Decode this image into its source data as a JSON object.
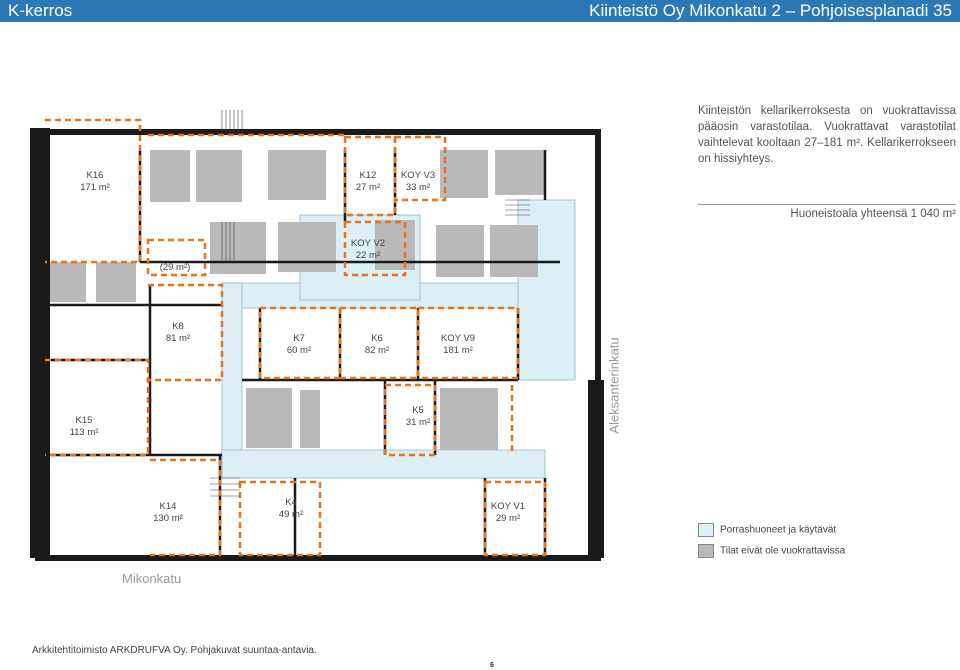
{
  "header": {
    "left_title": "K-kerros",
    "right_title": "Kiinteistö Oy Mikonkatu 2 – Pohjoisesplanadi 35",
    "color": "#2b78b4"
  },
  "description": "Kiinteistön kellarikerroksesta on vuokrattavissa pääosin varastotilaa. Vuokrattavat varastotilat vaihtelevat kooltaan 27–181 m². Kellarikerrokseen on hissiyhteys.",
  "total_area": "Huoneistoala yhteensä 1 040 m²",
  "streets": {
    "bottom": "Mikonkatu",
    "side": "Aleksanterinkatu"
  },
  "rooms": [
    {
      "id": "K16",
      "area": "171 m²"
    },
    {
      "id": "K12",
      "area": "27 m²"
    },
    {
      "id": "KOY V3",
      "area": "33 m²"
    },
    {
      "id": "KOY V2",
      "area": "22 m²"
    },
    {
      "id": "",
      "area": "(29 m²)"
    },
    {
      "id": "K8",
      "area": "81 m²"
    },
    {
      "id": "K7",
      "area": "60 m²"
    },
    {
      "id": "K6",
      "area": "82 m²"
    },
    {
      "id": "KOY V9",
      "area": "181 m²"
    },
    {
      "id": "K15",
      "area": "113 m²"
    },
    {
      "id": "K5",
      "area": "31 m²"
    },
    {
      "id": "K14",
      "area": "130 m²"
    },
    {
      "id": "K4",
      "area": "49 m²"
    },
    {
      "id": "KOY V1",
      "area": "29 m²"
    }
  ],
  "legend": [
    {
      "label": "Porrashuoneet ja käytävät",
      "color": "#dbeff5"
    },
    {
      "label": "Tilat eivät ole vuokrattavissa",
      "color": "#b9b9b9"
    }
  ],
  "colors": {
    "wall": "#1a1a1a",
    "storage": "#b9b9b9",
    "corridor": "#dbeff5",
    "boundary": "#e8731c"
  },
  "footer": "Arkkitehtitoimisto ARKDRUFVA Oy. Pohjakuvat suuntaa-antavia.",
  "page_number": "6"
}
